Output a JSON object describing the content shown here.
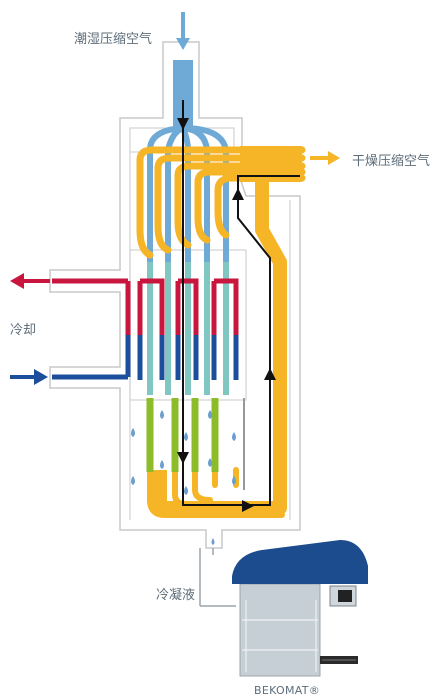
{
  "labels": {
    "wet_air_in": "潮湿压缩空气",
    "dry_air_out": "干燥压缩空气",
    "cooling": "冷却",
    "condensate": "冷凝液",
    "drain_brand": "BEKOMAT®"
  },
  "colors": {
    "wet_air": "#6fa9d6",
    "dry_air": "#f5b527",
    "coolant_hot": "#c8163f",
    "coolant_cold": "#1b4f9c",
    "cooled_tube": "#7fc7c0",
    "condensing_tube": "#8cbc2a",
    "droplet": "#6b9fd0",
    "housing_outline": "#c9c9c9",
    "drain_cap": "#1d4c8e",
    "drain_body": "#c7cfd6",
    "label_text": "#5d6d7a"
  },
  "icons": [
    "droplet-icon",
    "flow-arrow-icon",
    "drain-valve-icon"
  ]
}
